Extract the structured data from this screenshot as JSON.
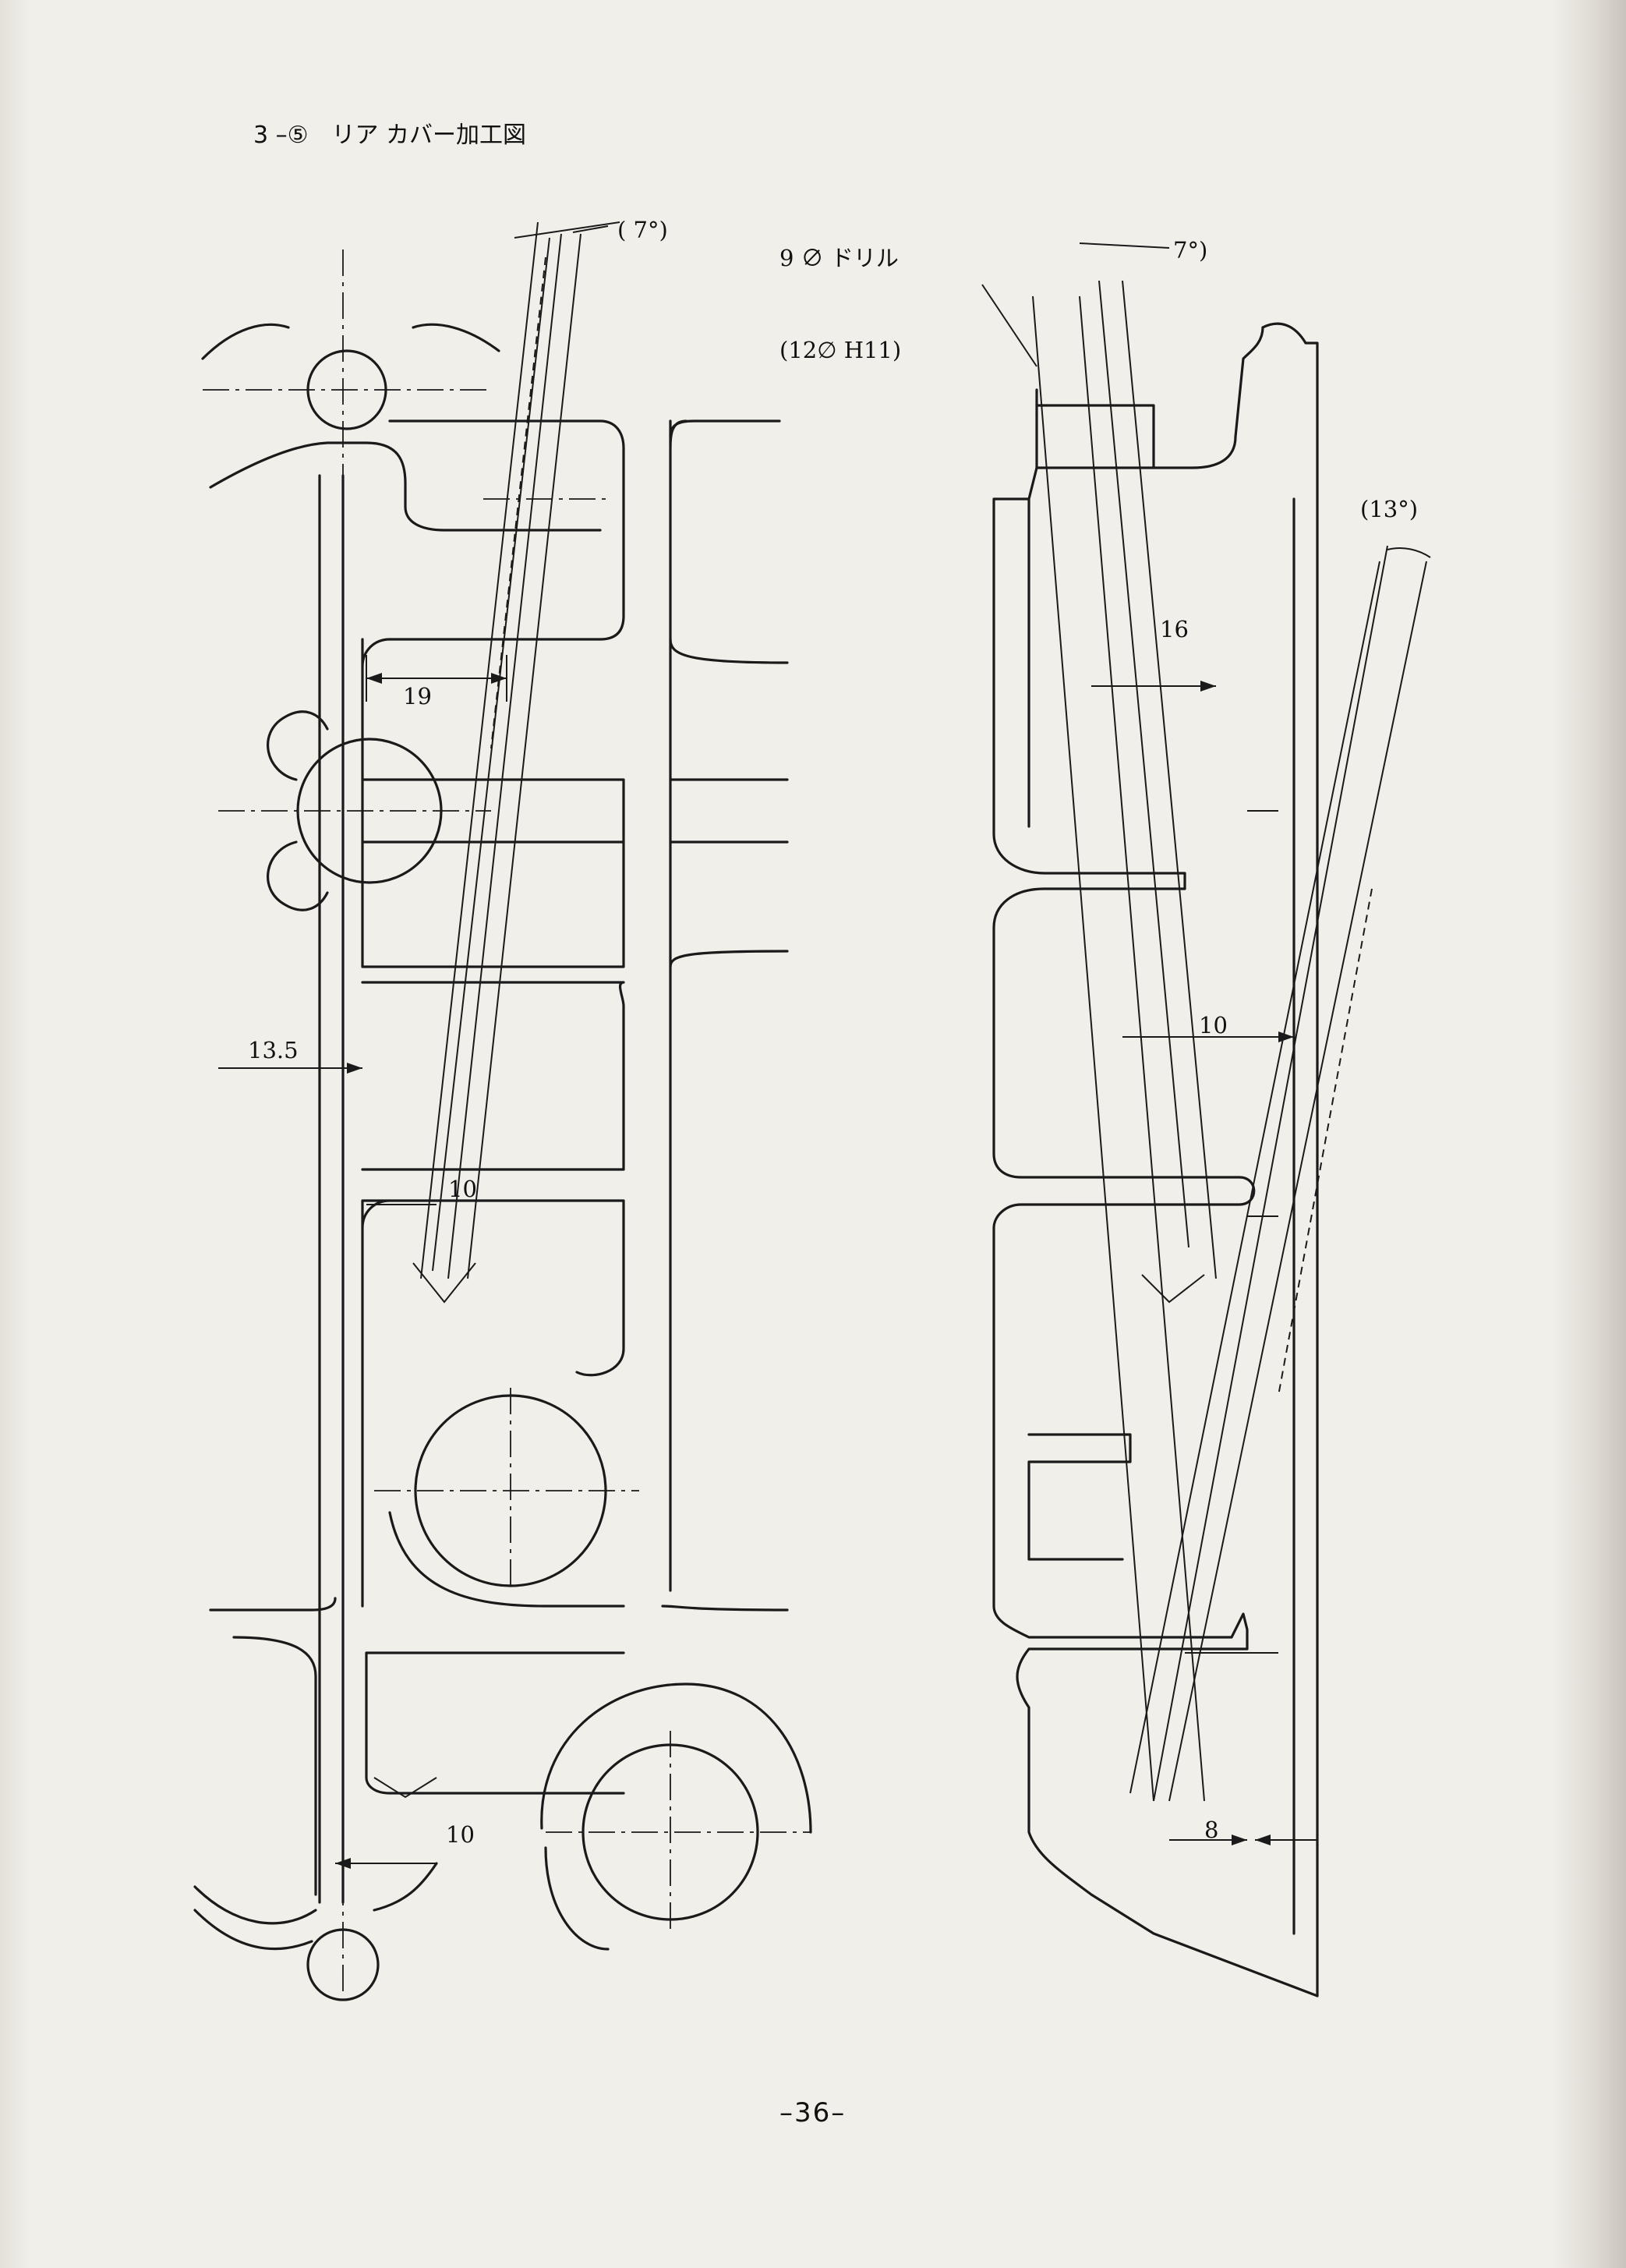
{
  "heading": "3 –⑤　リア カバー加工図",
  "annotations": {
    "angle_left": "( 7°)",
    "drill": "9 ∅ ドリル",
    "hole_spec": "(12∅ H11)",
    "angle_right": "7°)",
    "angle_13": "(13°)"
  },
  "dimensions": {
    "d19": "19",
    "d13_5": "13.5",
    "d10_left": "10",
    "d10_bottom": "10",
    "d16": "16",
    "d10_right": "10",
    "d8": "8"
  },
  "page_number": "–36–"
}
